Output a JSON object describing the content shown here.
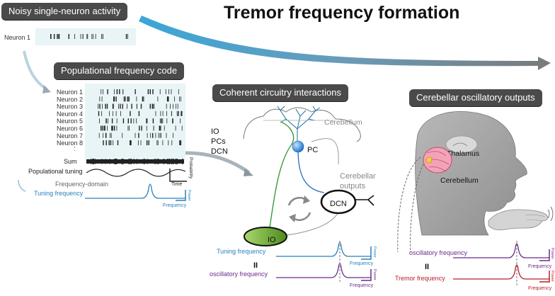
{
  "title": "Tremor frequency formation",
  "panels": {
    "noisy": {
      "label": "Noisy single-neuron activity",
      "neuron_label": "Neuron 1"
    },
    "population": {
      "label": "Populational frequency code",
      "neurons": [
        "Neuron 1",
        "Neuron 2",
        "Neuron 3",
        "Neuron 4",
        "Neuron 5",
        "Neuron 6",
        "Neuron 7",
        "Neuron 8"
      ],
      "ellipsis": ":",
      "sum_label": "Sum",
      "tuning_label": "Populational tuning",
      "probability_label": "Probability",
      "time_label": "Time",
      "domain_label": "Frequency-domain",
      "tuning_frequency_label": "Tuning frequency",
      "power_label": "Power",
      "frequency_label": "Frequency"
    },
    "circuitry": {
      "label": "Coherent circuitry interactions",
      "list": [
        "IO",
        "PCs",
        "DCN"
      ],
      "cerebellum_label": "Cerebellum",
      "pc_label": "PC",
      "outputs_label_1": "Cerebellar",
      "outputs_label_2": "outputs",
      "dcn_label": "DCN",
      "io_label": "IO",
      "tuning_frequency_label": "Tuning frequency",
      "equals_symbol": "II",
      "oscillatory_frequency_label": "oscillatory frequency",
      "power_label": "Power",
      "frequency_label": "Frequency"
    },
    "outputs": {
      "label": "Cerebellar oscillatory outputs",
      "thalamus_label": "Thalamus",
      "cerebellum_label": "Cerebellum",
      "oscillatory_frequency_label": "oscillatory frequency",
      "equals_symbol": "II",
      "tremor_frequency_label": "Tremor frequency",
      "power_label": "Power",
      "frequency_label": "Frequency"
    }
  },
  "colors": {
    "panel_bg": "#e8f4f6",
    "tuning_blue": "#2a7fbf",
    "oscillatory_purple": "#6a2a8a",
    "tremor_red": "#b8202a",
    "io_green": "#8cc63f",
    "pc_blue": "#2f8fdf",
    "head_gray": "#a9a9a9",
    "arrow_gray": "#8a8a8a"
  }
}
